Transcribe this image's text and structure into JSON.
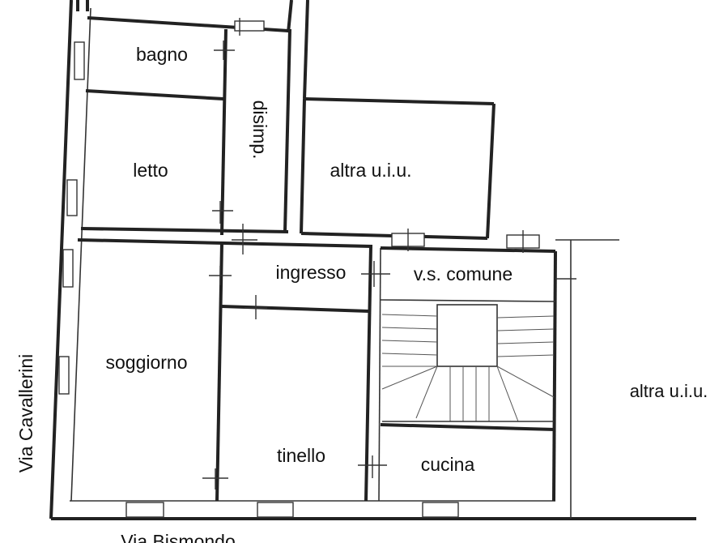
{
  "rooms": {
    "bagno": "bagno",
    "disimp": "disimp.",
    "letto": "letto",
    "altra_uiu_top": "altra u.i.u.",
    "ingresso": "ingresso",
    "vs_comune": "v.s. comune",
    "soggiorno": "soggiorno",
    "tinello": "tinello",
    "cucina": "cucina",
    "altra_uiu_right": "altra u.i.u."
  },
  "streets": {
    "west": "Via Cavallerini",
    "south": "Via Bismondo"
  },
  "colors": {
    "line": "#222222",
    "background": "#ffffff"
  }
}
